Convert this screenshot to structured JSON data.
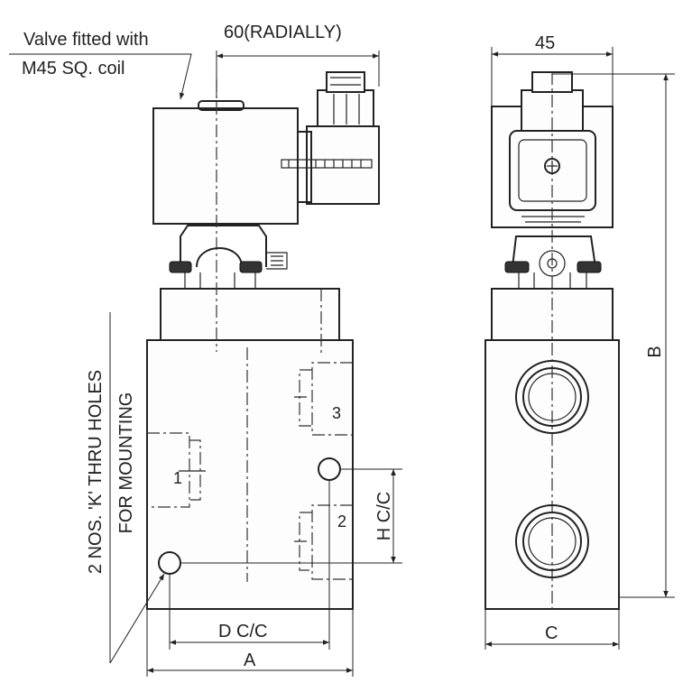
{
  "labels": {
    "coil_note_line1": "Valve fitted with",
    "coil_note_line2": "M45 SQ. coil",
    "dim_radial": "60(RADIALLY)",
    "dim_45": "45",
    "dim_B": "B",
    "dim_C": "C",
    "dim_A": "A",
    "dim_D": "D C/C",
    "dim_H": "H C/C",
    "port_1": "1",
    "port_2": "2",
    "port_3": "3",
    "mount_note_line1": "2 NOS. 'K' THRU HOLES",
    "mount_note_line2": "FOR MOUNTING"
  }
}
